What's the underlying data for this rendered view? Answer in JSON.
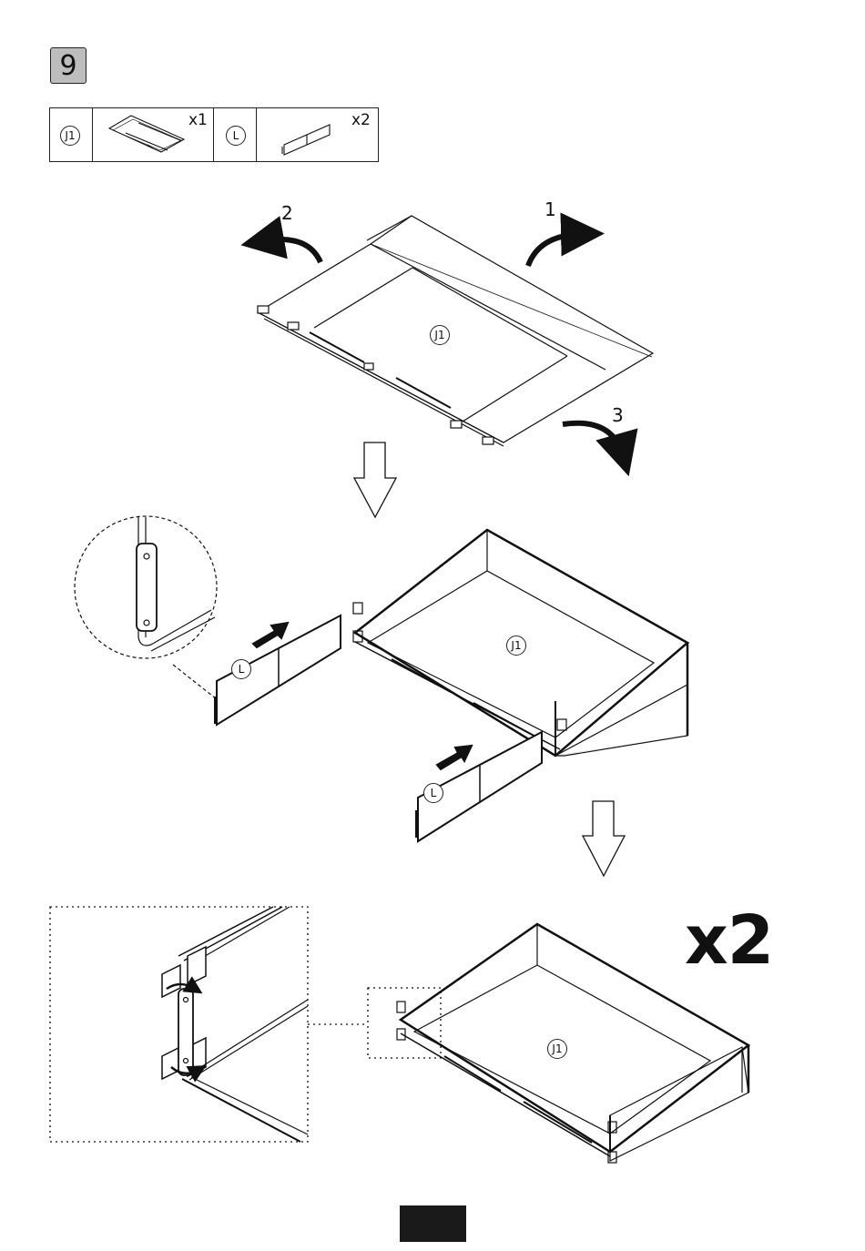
{
  "step_number": "9",
  "parts": [
    {
      "id": "J1",
      "quantity": "x1"
    },
    {
      "id": "L",
      "quantity": "x2"
    }
  ],
  "rotation_labels": [
    "1",
    "2",
    "3"
  ],
  "part_labels": {
    "board": "J1",
    "box": "J1",
    "final_box": "J1",
    "panel_left": "L",
    "panel_right": "L"
  },
  "multiplier": "x2",
  "colors": {
    "step_box": "#bdbdbd",
    "line": "#111111",
    "footer_block": "#1a1a1a"
  }
}
